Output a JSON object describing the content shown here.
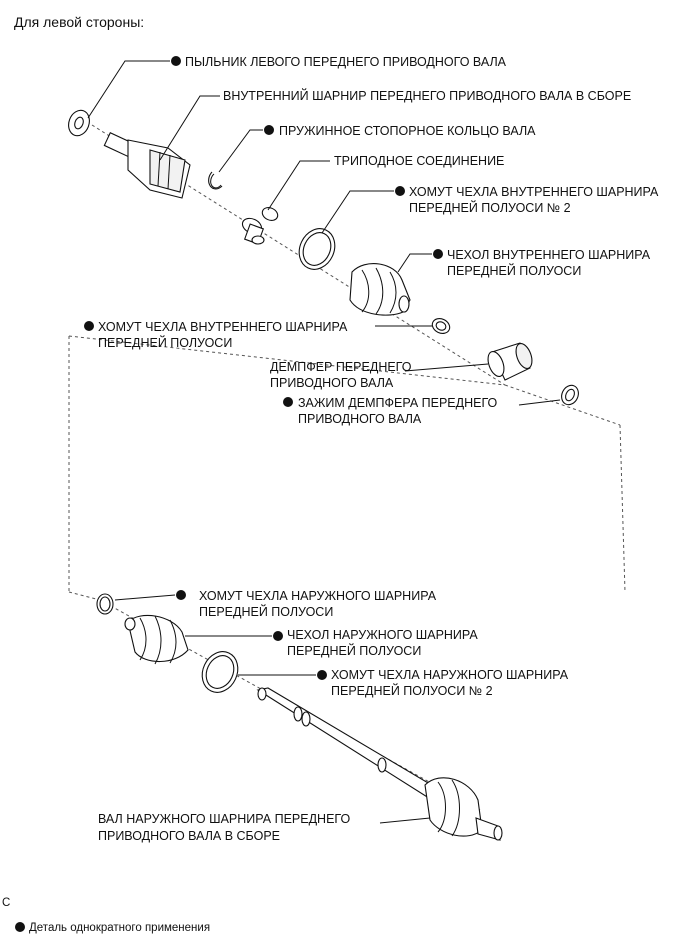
{
  "header": "Для левой стороны:",
  "labels": {
    "dust_seal": "ПЫЛЬНИК ЛЕВОГО ПЕРЕДНЕГО ПРИВОДНОГО ВАЛА",
    "inner_joint": "ВНУТРЕННИЙ ШАРНИР ПЕРЕДНЕГО ПРИВОДНОГО ВАЛА В СБОРЕ",
    "snap_ring": "ПРУЖИННОЕ СТОПОРНОЕ КОЛЬЦО ВАЛА",
    "tripod": "ТРИПОДНОЕ СОЕДИНЕНИЕ",
    "inner_clamp2_l1": "ХОМУТ ЧЕХЛА ВНУТРЕННЕГО ШАРНИРА",
    "inner_clamp2_l2": "ПЕРЕДНЕЙ ПОЛУОСИ № 2",
    "inner_boot_l1": "ЧЕХОЛ ВНУТРЕННЕГО ШАРНИРА",
    "inner_boot_l2": "ПЕРЕДНЕЙ ПОЛУОСИ",
    "inner_clamp_l1": "ХОМУТ ЧЕХЛА ВНУТРЕННЕГО ШАРНИРА",
    "inner_clamp_l2": "ПЕРЕДНЕЙ ПОЛУОСИ",
    "damper_l1": "ДЕМПФЕР ПЕРЕДНЕГО",
    "damper_l2": "ПРИВОДНОГО ВАЛА",
    "damper_clamp_l1": "ЗАЖИМ ДЕМПФЕРА ПЕРЕДНЕГО",
    "damper_clamp_l2": "ПРИВОДНОГО ВАЛА",
    "outer_clamp_l1": "ХОМУТ ЧЕХЛА НАРУЖНОГО ШАРНИРА",
    "outer_clamp_l2": "ПЕРЕДНЕЙ ПОЛУОСИ",
    "outer_boot_l1": "ЧЕХОЛ НАРУЖНОГО ШАРНИРА",
    "outer_boot_l2": "ПЕРЕДНЕЙ ПОЛУОСИ",
    "outer_clamp2_l1": "ХОМУТ ЧЕХЛА НАРУЖНОГО ШАРНИРА",
    "outer_clamp2_l2": "ПЕРЕДНЕЙ ПОЛУОСИ № 2",
    "outer_shaft_l1": "ВАЛ НАРУЖНОГО ШАРНИРА ПЕРЕДНЕГО",
    "outer_shaft_l2": "ПРИВОДНОГО ВАЛА В СБОРЕ"
  },
  "corner_mark": "C",
  "legend": "Деталь однократного применения"
}
